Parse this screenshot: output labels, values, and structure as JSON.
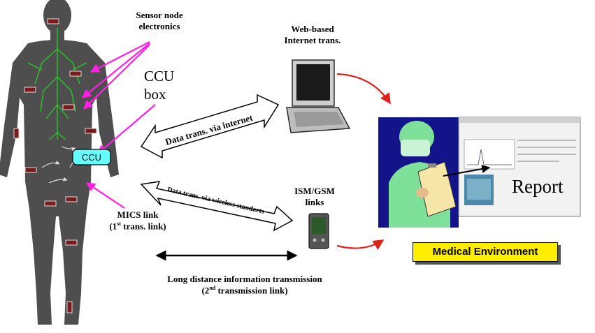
{
  "labels": {
    "sensor_node_line1": "Sensor node",
    "sensor_node_line2": "electronics",
    "ccu_line1": "CCU",
    "ccu_line2": "box",
    "ccu_box": "CCU",
    "web_line1": "Web-based",
    "web_line2": "Internet trans.",
    "data_internet": "Data trans. via internet",
    "data_wireless": "Data trans. via wireless standarts",
    "ism_line1": "ISM/GSM",
    "ism_line2": "links",
    "mics_line1": "MICS link",
    "mics_line2_pre": "(1",
    "mics_line2_sup": "st",
    "mics_line2_post": " trans. link)",
    "long_line1": "Long distance information transmission",
    "long_line2_pre": "(2",
    "long_line2_sup": "nd",
    "long_line2_post": " transmission link)",
    "report": "Report",
    "medical_environment": "Medical Environment"
  },
  "colors": {
    "body": "#4e4e4e",
    "pointer_arrows": "#ff1fe6",
    "red_arrows": "#e0221e",
    "ccu_fill": "#66ffff",
    "doctor_bg": "#14148a",
    "doctor_scrubs": "#7fe09a",
    "badge_fill": "#ffee00",
    "sensor_fill": "#7a1a1a",
    "nerve_green": "#22dd22"
  }
}
